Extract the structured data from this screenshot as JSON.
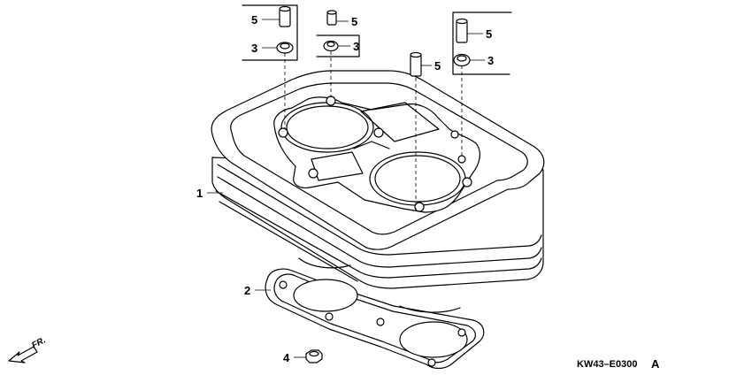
{
  "callouts": {
    "cylinder": "1",
    "gasket": "2",
    "oring_a": "3",
    "oring_b": "3",
    "oring_c": "3",
    "nut": "4",
    "dowel_a": "5",
    "dowel_b": "5",
    "dowel_c": "5",
    "dowel_d": "5"
  },
  "footer": {
    "diagram_code": "KW43–E0300",
    "revision": "A",
    "direction": "FR."
  },
  "colors": {
    "line": "#000000",
    "background": "#ffffff",
    "gasket_dots": "#555555"
  }
}
